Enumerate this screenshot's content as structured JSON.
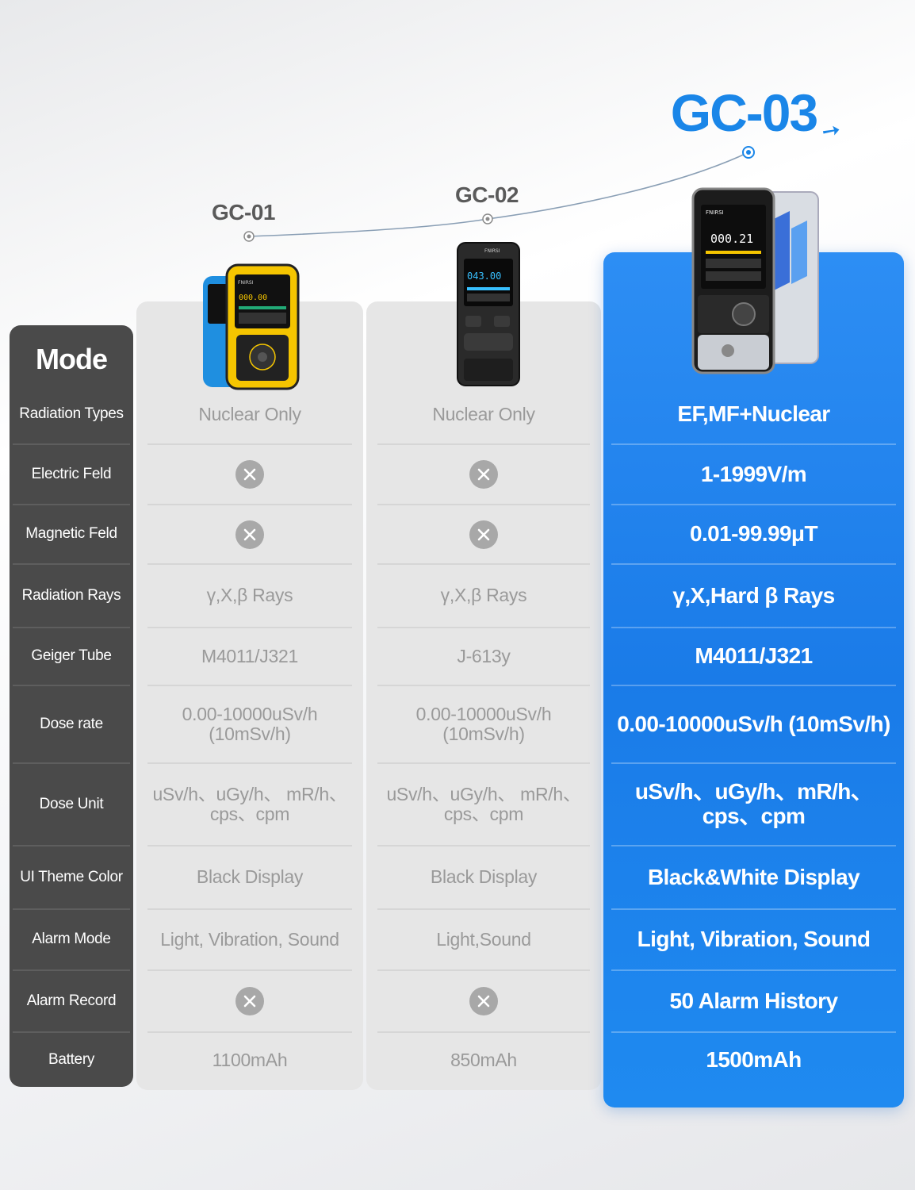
{
  "models": [
    {
      "id": "gc01",
      "label": "GC-01"
    },
    {
      "id": "gc02",
      "label": "GC-02"
    },
    {
      "id": "gc03",
      "label": "GC-03"
    }
  ],
  "devices": {
    "gc01_screen": "000.00",
    "gc02_screen": "043.00",
    "gc03_screen": "000.21",
    "brand": "FNIRSI"
  },
  "mode_title": "Mode",
  "rows": [
    {
      "key": "radiation_types",
      "label": "Radiation Types",
      "gc01": "Nuclear Only",
      "gc02": "Nuclear Only",
      "gc03": "EF,MF+Nuclear"
    },
    {
      "key": "electric_field",
      "label": "Electric Feld",
      "gc01": "none",
      "gc02": "none",
      "gc03": "1-1999V/m"
    },
    {
      "key": "magnetic_field",
      "label": "Magnetic Feld",
      "gc01": "none",
      "gc02": "none",
      "gc03": "0.01-99.99μT"
    },
    {
      "key": "radiation_rays",
      "label": "Radiation Rays",
      "gc01": "γ,X,β Rays",
      "gc02": "γ,X,β Rays",
      "gc03": "γ,X,Hard β Rays"
    },
    {
      "key": "geiger_tube",
      "label": "Geiger Tube",
      "gc01": "M4011/J321",
      "gc02": "J-613y",
      "gc03": "M4011/J321"
    },
    {
      "key": "dose_rate",
      "label": "Dose rate",
      "gc01": "0.00-10000uSv/h (10mSv/h)",
      "gc02": "0.00-10000uSv/h (10mSv/h)",
      "gc03": "0.00-10000uSv/h (10mSv/h)"
    },
    {
      "key": "dose_unit",
      "label": "Dose Unit",
      "gc01": "uSv/h、uGy/h、 mR/h、cps、cpm",
      "gc02": "uSv/h、uGy/h、 mR/h、cps、cpm",
      "gc03": "uSv/h、uGy/h、mR/h、 cps、cpm"
    },
    {
      "key": "ui_theme_color",
      "label": "UI Theme Color",
      "gc01": "Black Display",
      "gc02": "Black Display",
      "gc03": "Black&White Display"
    },
    {
      "key": "alarm_mode",
      "label": "Alarm Mode",
      "gc01": "Light, Vibration, Sound",
      "gc02": "Light,Sound",
      "gc03": "Light, Vibration, Sound"
    },
    {
      "key": "alarm_record",
      "label": "Alarm Record",
      "gc01": "none",
      "gc02": "none",
      "gc03": "50 Alarm History"
    },
    {
      "key": "battery",
      "label": "Battery",
      "gc01": "1100mAh",
      "gc02": "850mAh",
      "gc03": "1500mAh"
    }
  ],
  "colors": {
    "accent": "#1a86e8",
    "mode_bg": "#4a4a4a",
    "gray_bg": "#e6e6e6",
    "gray_text": "#9a9a9a",
    "unavailable_icon": "#a8a8a8"
  },
  "icons": {
    "unavailable": "x-circle-icon",
    "trend": "arrow-up-right-icon"
  }
}
